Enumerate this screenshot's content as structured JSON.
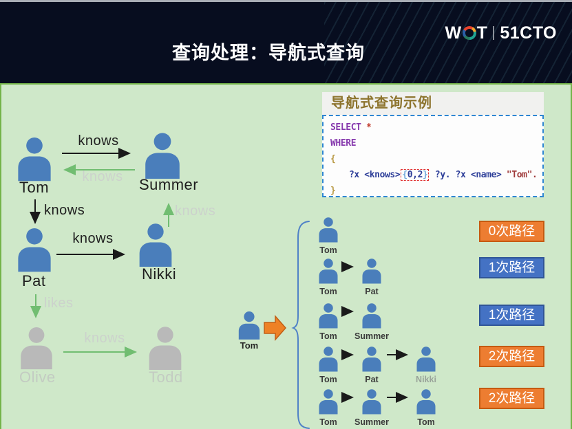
{
  "header": {
    "title": "查询处理：导航式查询",
    "logo": {
      "word_w": "W",
      "word_t": "T",
      "brand": "51CTO"
    }
  },
  "example": {
    "title": "导航式查询示例",
    "code": {
      "kw_select": "SELECT",
      "star": "*",
      "kw_where": "WHERE",
      "brace_open": "{",
      "brace_close": "}",
      "var_x1": "?x",
      "pred_knows": "<knows>",
      "range_open": "{",
      "range_digits": "0,2",
      "range_close": "}",
      "var_y": "?y.",
      "var_x2": "?x",
      "pred_name": "<name>",
      "str_tom": "\"Tom\"."
    }
  },
  "graph": {
    "nodes": [
      {
        "label": "Tom",
        "state": "active"
      },
      {
        "label": "Summer",
        "state": "active"
      },
      {
        "label": "Pat",
        "state": "active"
      },
      {
        "label": "Nikki",
        "state": "active"
      },
      {
        "label": "Olive",
        "state": "faded"
      },
      {
        "label": "Todd",
        "state": "faded"
      }
    ],
    "edges": [
      {
        "label": "knows",
        "style": "active"
      },
      {
        "label": "knows",
        "style": "faded"
      },
      {
        "label": "knows",
        "style": "active"
      },
      {
        "label": "knows",
        "style": "active"
      },
      {
        "label": "knows",
        "style": "faded"
      },
      {
        "label": "likes",
        "style": "faded"
      },
      {
        "label": "knows",
        "style": "faded"
      }
    ]
  },
  "expansion": {
    "source": "Tom",
    "rows": [
      {
        "people": [
          "Tom"
        ],
        "badge": "0次路径",
        "badge_color": "orange"
      },
      {
        "people": [
          "Tom",
          "Pat"
        ],
        "badge": "1次路径",
        "badge_color": "blue"
      },
      {
        "people": [
          "Tom",
          "Summer"
        ],
        "badge": "1次路径",
        "badge_color": "blue"
      },
      {
        "people": [
          "Tom",
          "Pat",
          "Nikki"
        ],
        "badge": "2次路径",
        "badge_color": "orange"
      },
      {
        "people": [
          "Tom",
          "Summer",
          "Tom"
        ],
        "badge": "2次路径",
        "badge_color": "orange"
      }
    ]
  },
  "colors": {
    "header_bg": "#070d1f",
    "body_bg": "#cfe8c9",
    "panel_border": "#74b349",
    "person_blue": "#4a7ebb",
    "person_gray": "#b9b9b9",
    "arrow_black": "#1a1a1a",
    "arrow_green": "#71bd71",
    "badge_orange": "#ed7d31",
    "badge_blue": "#4472c4",
    "code_border_blue": "#2e86d2",
    "example_title_gold": "#8d742e",
    "brace_blue": "#4f81c7"
  }
}
